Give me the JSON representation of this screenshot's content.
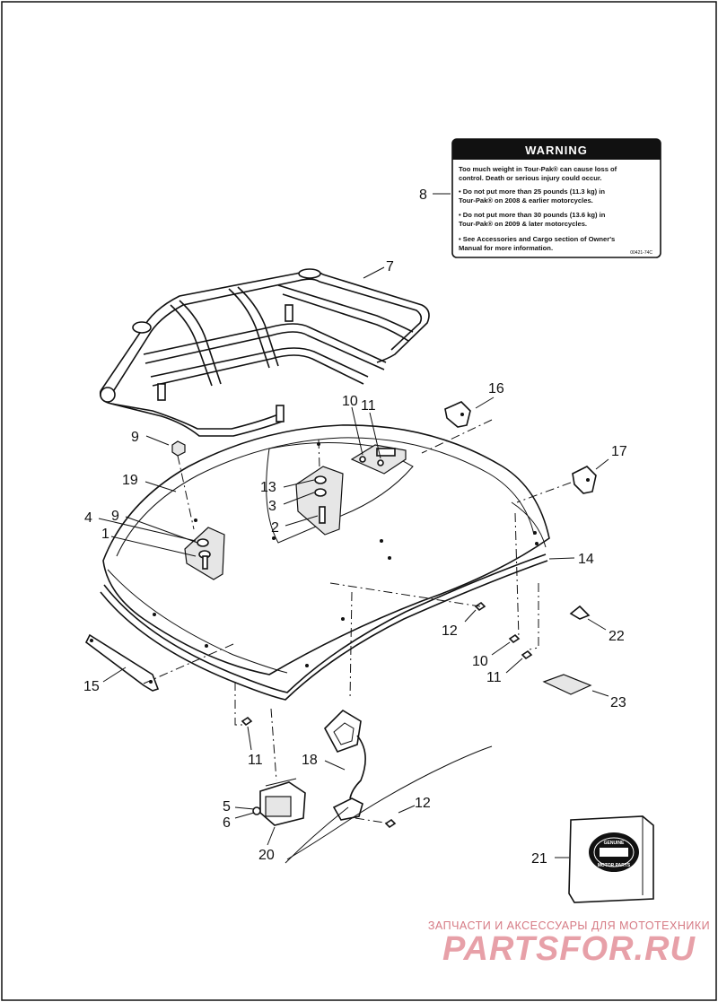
{
  "diagram": {
    "callouts": [
      "1",
      "2",
      "3",
      "4",
      "5",
      "6",
      "7",
      "8",
      "9",
      "9",
      "10",
      "10",
      "11",
      "11",
      "11",
      "12",
      "12",
      "13",
      "14",
      "15",
      "16",
      "17",
      "18",
      "19",
      "20",
      "21",
      "22",
      "23"
    ]
  },
  "warning_label": {
    "title": "WARNING",
    "lines": [
      "Too much weight in Tour-Pak® can cause loss of",
      "control. Death or serious injury could occur.",
      "• Do not put more than 25 pounds (11.3 kg) in",
      "   Tour-Pak® on 2008 & earlier motorcycles.",
      "• Do not put more than 30 pounds (13.6 kg) in",
      "   Tour-Pak® on 2009 & later motorcycles.",
      "• See Accessories and Cargo section of Owner's",
      "   Manual for more information."
    ],
    "code": "00421-74C"
  },
  "package": {
    "badge_top": "GENUINE",
    "badge_bottom": "MOTOR PARTS"
  },
  "watermark": {
    "tagline": "ЗАПЧАСТИ И АКСЕССУАРЫ ДЛЯ МОТОТЕХНИКИ",
    "brand": "PARTSFOR.RU"
  },
  "colors": {
    "ink": "#111111",
    "watermark": "#e7a0a8",
    "label_header": "#111111"
  }
}
